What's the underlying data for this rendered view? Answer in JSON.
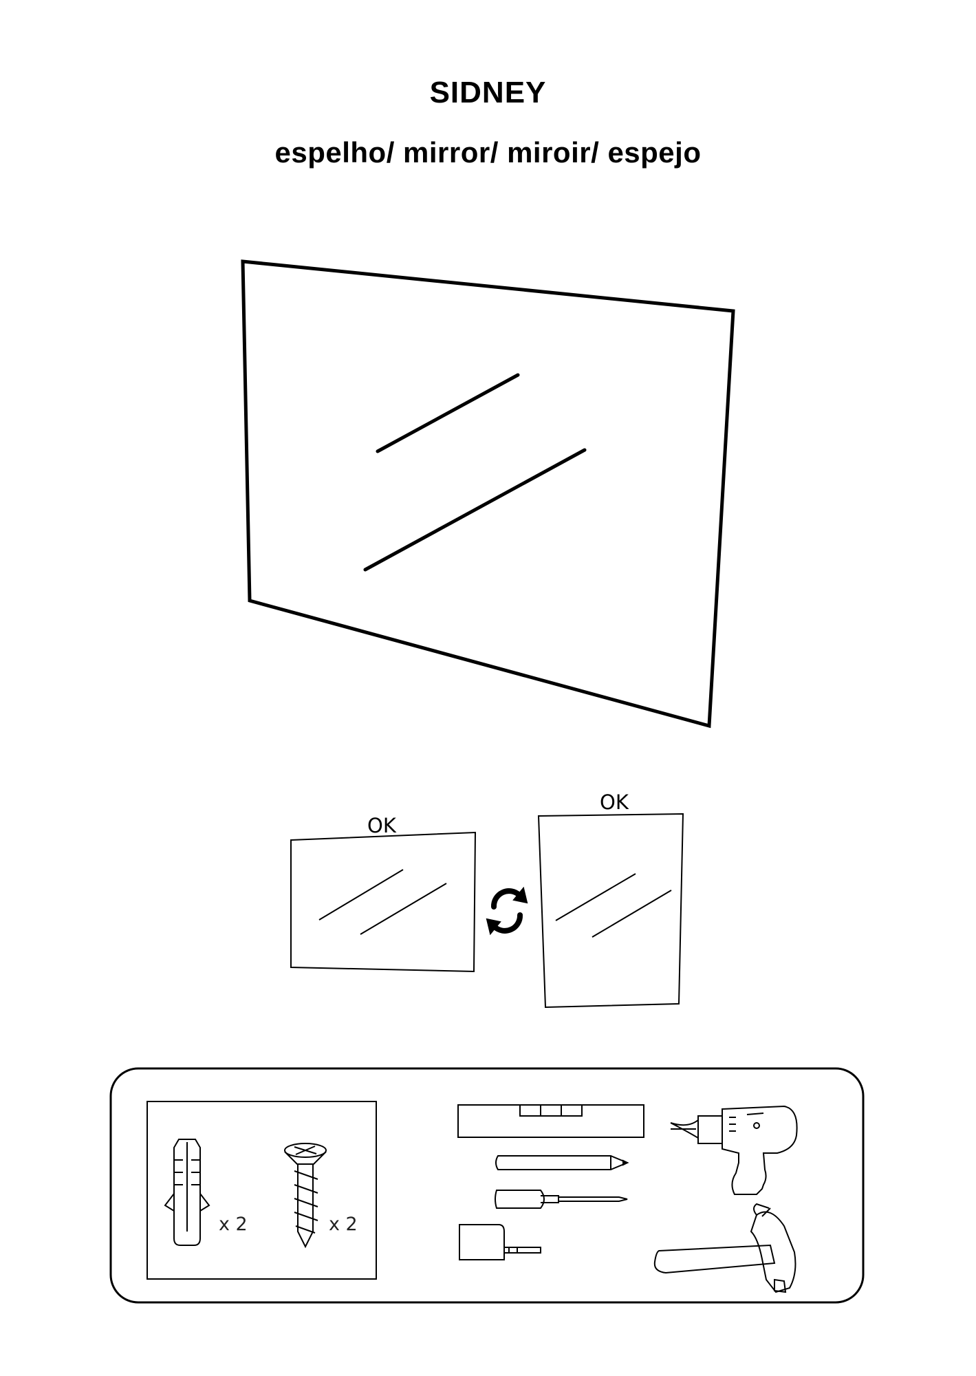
{
  "product": {
    "name": "SIDNEY",
    "subtitle": "espelho/ mirror/ miroir/ espejo"
  },
  "orientation": {
    "landscape_label": "OK",
    "portrait_label": "OK"
  },
  "hardware": {
    "anchor_qty": "x 2",
    "screw_qty": "x 2"
  },
  "tools": [
    "level",
    "pencil",
    "screwdriver",
    "tape-measure",
    "drill",
    "hammer"
  ],
  "colors": {
    "ink": "#000000",
    "background": "#ffffff"
  }
}
